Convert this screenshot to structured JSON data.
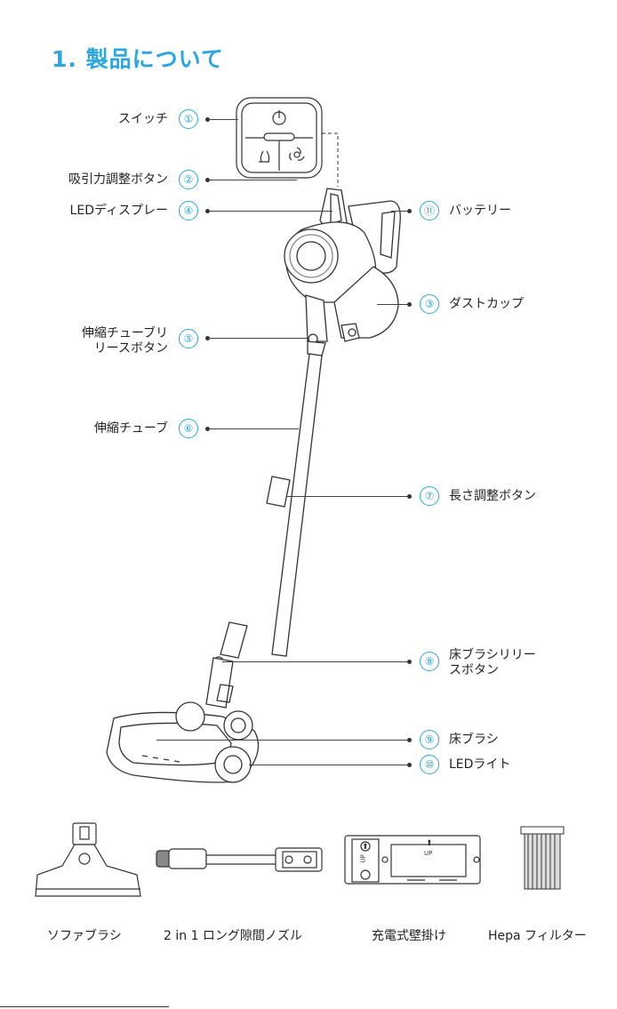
{
  "title": "1. 製品について",
  "parts": [
    {
      "num": "①",
      "label": "スイッチ"
    },
    {
      "num": "②",
      "label": "吸引力調整ボタン"
    },
    {
      "num": "④",
      "label": "LEDディスプレー"
    },
    {
      "num": "⑤",
      "label_line1": "伸縮チューブリ",
      "label_line2": "リースボタン"
    },
    {
      "num": "⑥",
      "label": "伸縮チューブ"
    },
    {
      "num": "⑪",
      "label": "バッテリー"
    },
    {
      "num": "③",
      "label": "ダストカップ"
    },
    {
      "num": "⑦",
      "label": "長さ調整ボタン"
    },
    {
      "num": "⑧",
      "label_line1": "床ブラシリリー",
      "label_line2": "スボタン"
    },
    {
      "num": "⑨",
      "label": "床ブラシ"
    },
    {
      "num": "⑩",
      "label": "LEDライト"
    }
  ],
  "accessories": [
    {
      "label": "ソファブラシ"
    },
    {
      "label": "2 in 1 ロング隙間ノズル"
    },
    {
      "label": "充電式壁掛け"
    },
    {
      "label": "Hepa フィルター"
    }
  ],
  "mount_text": "UP"
}
